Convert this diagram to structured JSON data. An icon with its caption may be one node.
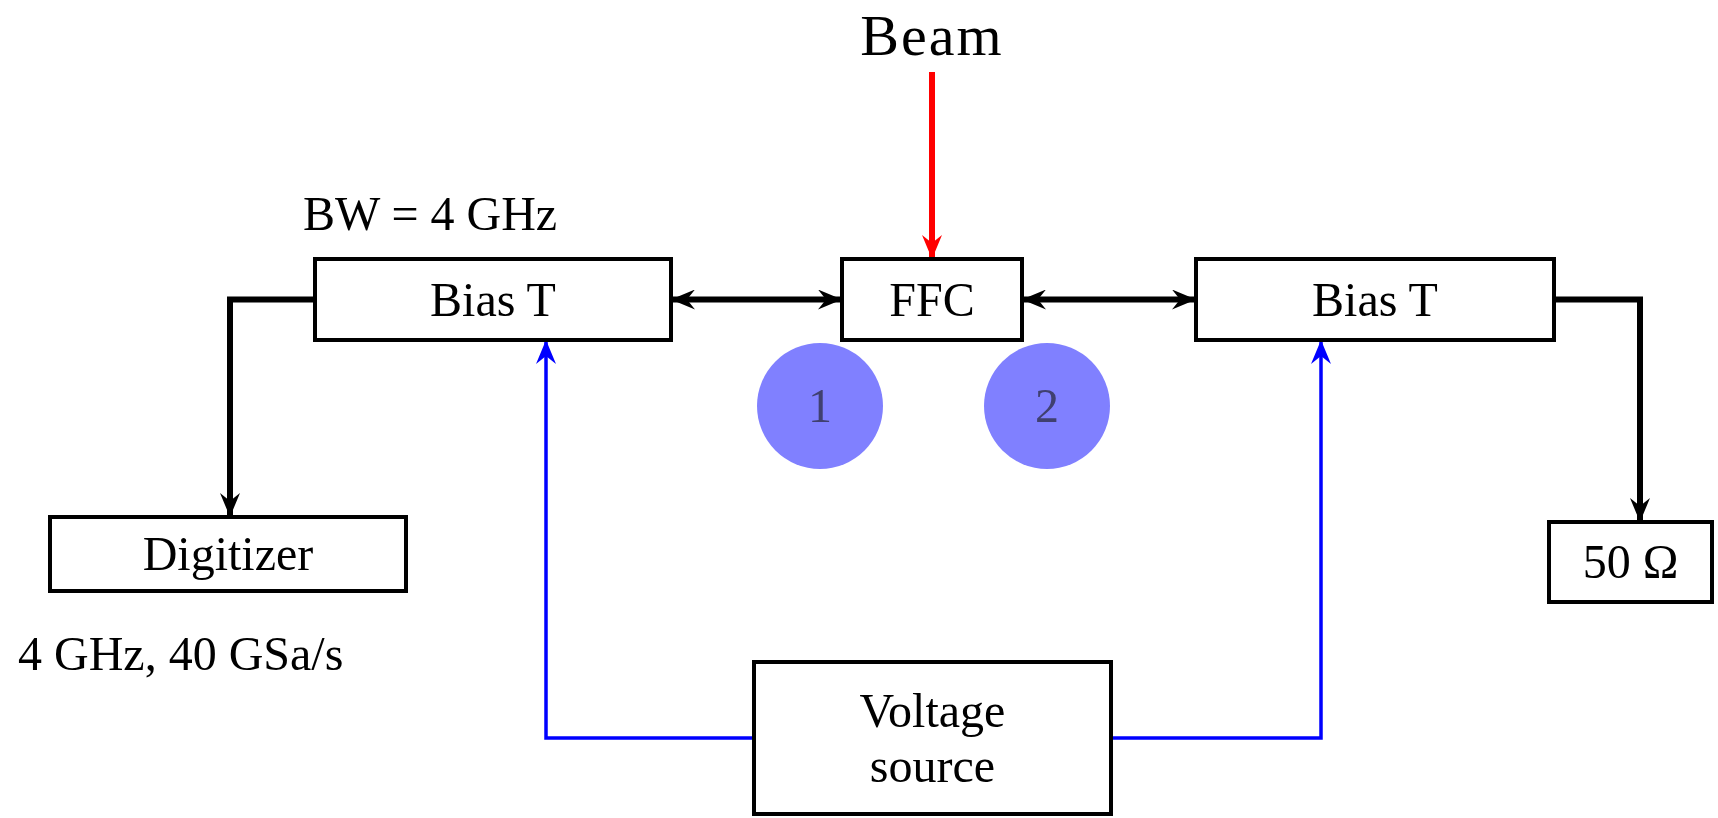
{
  "diagram": {
    "nodes": [
      {
        "text": [
          "Beam"
        ]
      },
      {
        "text": [
          "Bias T"
        ],
        "beside": [
          "BW = 4 GHz"
        ]
      },
      {
        "text": [
          "FFC"
        ]
      },
      {
        "text": [
          "Bias T"
        ]
      },
      {
        "text": [
          "1"
        ]
      },
      {
        "text": [
          "2"
        ]
      },
      {
        "text": [
          "Digitizer"
        ],
        "beside": [
          "4 GHz, 40 GSa/s"
        ]
      },
      {
        "text": [
          "50 Ω"
        ]
      },
      {
        "text": [
          "Voltage source"
        ]
      }
    ],
    "edges": [
      {
        "from": 0,
        "to": 2,
        "arrow": "to",
        "color": "#ff0000"
      },
      {
        "from": 1,
        "to": 2,
        "arrow": "both"
      },
      {
        "from": 2,
        "to": 3,
        "arrow": "both"
      },
      {
        "from": 1,
        "to": 6,
        "arrow": "to"
      },
      {
        "from": 3,
        "to": 7,
        "arrow": "to"
      },
      {
        "from": 8,
        "to": 1,
        "arrow": "to",
        "color": "#0000ff"
      },
      {
        "from": 8,
        "to": 3,
        "arrow": "to",
        "color": "#0000ff"
      }
    ]
  }
}
